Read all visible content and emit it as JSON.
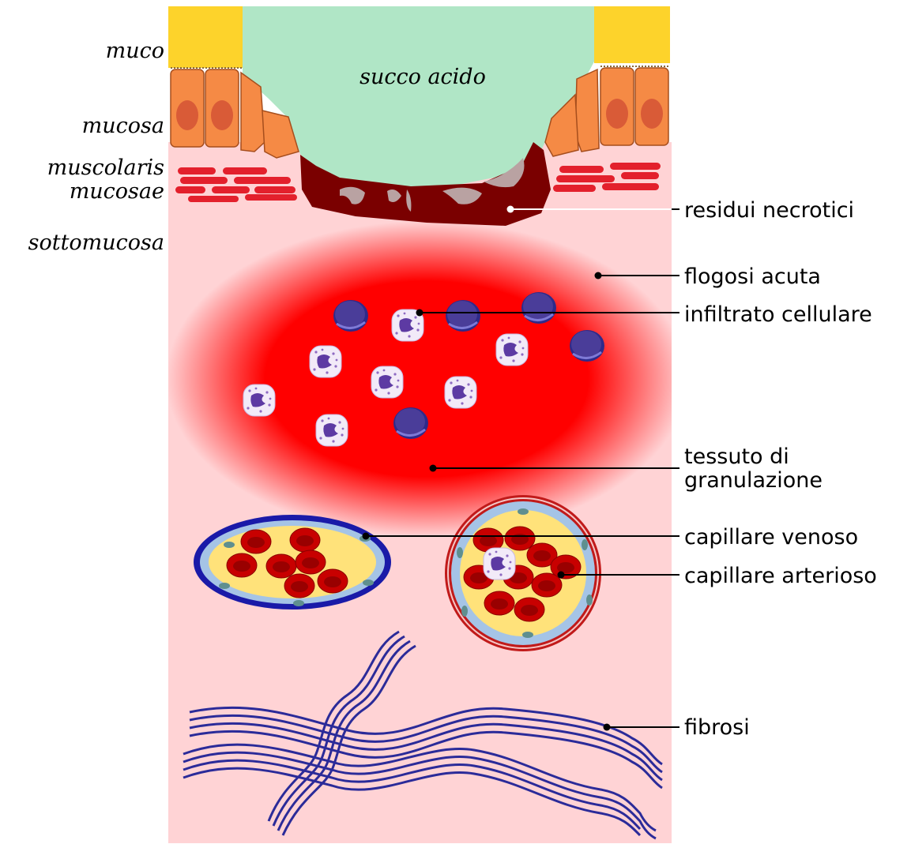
{
  "layers": {
    "muco": "muco",
    "mucosa": "mucosa",
    "muscolaris_line1": "muscolaris",
    "muscolaris_line2": "mucosae",
    "sottomucosa": "sottomucosa"
  },
  "lumen": {
    "label": "succo acido"
  },
  "callouts": {
    "residui": "residui necrotici",
    "flogosi": "flogosi acuta",
    "infiltrato": "infiltrato cellulare",
    "tessuto_line1": "tessuto di",
    "tessuto_line2": "granulazione",
    "venoso": "capillare venoso",
    "arterioso": "capillare arterioso",
    "fibrosi": "fibrosi"
  },
  "colors": {
    "mucus": "#fdd32b",
    "gastric_juice": "#b0e6c6",
    "epithelium": "#f58a45",
    "muscle": "#e3202c",
    "necrosis": "#7a0000",
    "submucosa": "#ffd3d5",
    "inflammation": "#ff0000",
    "lymphocyte": "#4a3d99",
    "fibers": "#2b2b99",
    "vein_wall": "#1a1aa8",
    "artery_wall": "#c11a1a",
    "plasma": "#ffe27a",
    "erythrocyte": "#c80000"
  }
}
